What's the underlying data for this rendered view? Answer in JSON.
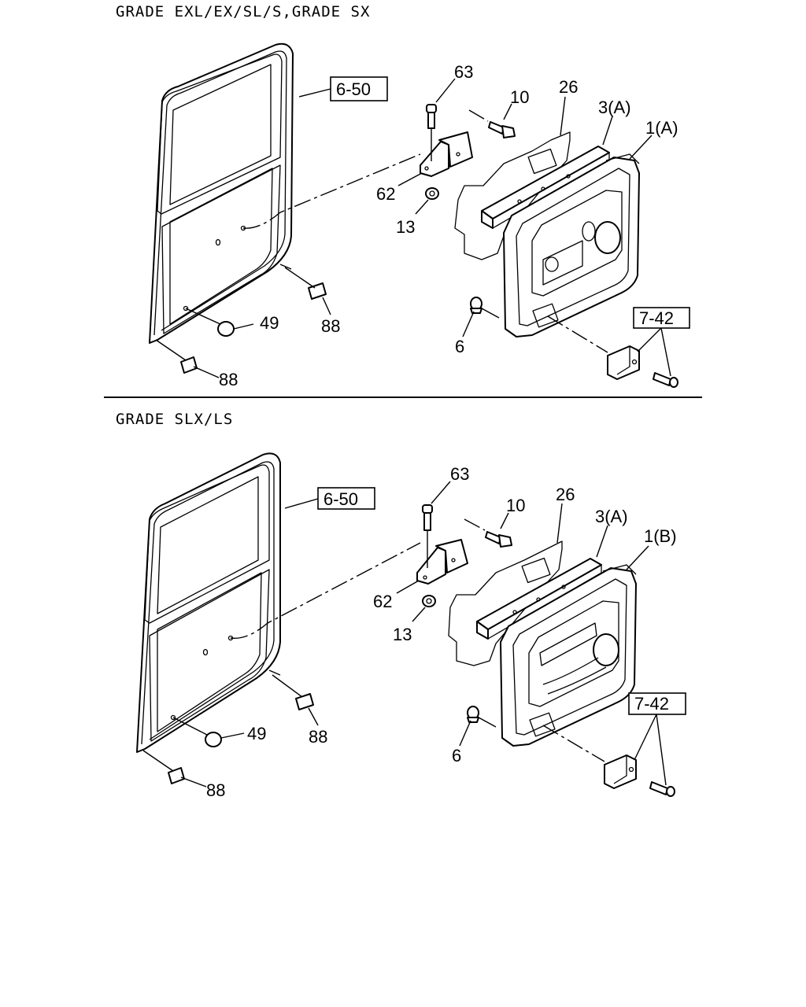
{
  "sections": [
    {
      "heading": "GRADE EXL/EX/SL/S,GRADE SX",
      "refs": {
        "door": "6-50",
        "bracket": "7-42"
      },
      "parts": {
        "p63": "63",
        "p10": "10",
        "p26": "26",
        "p3": "3(A)",
        "p1": "1(A)",
        "p62": "62",
        "p13": "13",
        "p6": "6",
        "p49": "49",
        "p88a": "88",
        "p88b": "88"
      }
    },
    {
      "heading": "GRADE SLX/LS",
      "refs": {
        "door": "6-50",
        "bracket": "7-42"
      },
      "parts": {
        "p63": "63",
        "p10": "10",
        "p26": "26",
        "p3": "3(A)",
        "p1": "1(B)",
        "p62": "62",
        "p13": "13",
        "p6": "6",
        "p49": "49",
        "p88a": "88",
        "p88b": "88"
      }
    }
  ]
}
